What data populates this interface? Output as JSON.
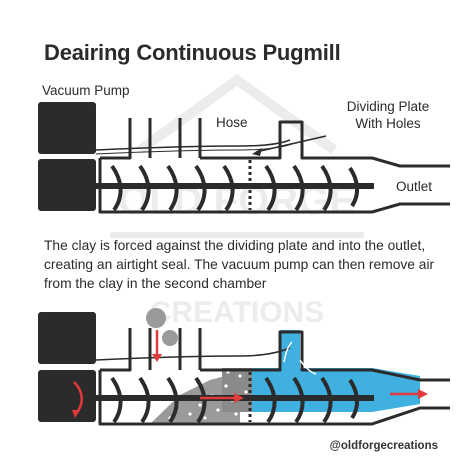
{
  "title": "Deairing Continuous Pugmill",
  "labels": {
    "vacuum_pump": "Vacuum Pump",
    "hose": "Hose",
    "dividing_plate": [
      "Dividing Plate",
      "With Holes"
    ],
    "outlet": "Outlet"
  },
  "description": "The clay is forced against the dividing plate and into the outlet, creating an airtight seal. The vacuum pump can then remove air from the clay in the second chamber",
  "watermark": [
    "OLD FORGE",
    "CREATIONS"
  ],
  "handle": "@oldforgecreations",
  "colors": {
    "dark": "#2b2b2b",
    "clay": "#9a9a9a",
    "water": "#3fb0e0",
    "arrow": "#e03a3a",
    "watermark": "#e6e6e6"
  },
  "icons": [
    "vacuum-pump-box-icon",
    "hose-icon",
    "auger-icon",
    "dividing-plate-icon",
    "flow-arrow-icon",
    "air-bubble-icon"
  ]
}
